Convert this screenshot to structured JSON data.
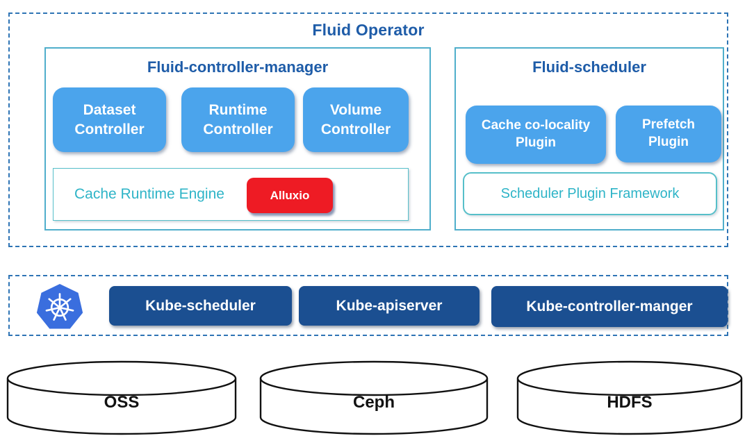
{
  "colors": {
    "title_blue": "#1E5CA8",
    "light_blue_button": "#4BA4EC",
    "navy_button": "#1B4F91",
    "red_badge": "#EE1B24",
    "teal_border": "#4FAECB",
    "teal_text": "#2EB4C7",
    "dashed_border": "#2E74B5",
    "kubernetes_blue": "#3A6EDE"
  },
  "operator": {
    "title": "Fluid Operator",
    "controller_manager": {
      "title": "Fluid-controller-manager",
      "controllers": [
        "Dataset\nController",
        "Runtime\nController",
        "Volume\nController"
      ],
      "engine": {
        "label": "Cache Runtime Engine",
        "badge": "Alluxio"
      }
    },
    "scheduler": {
      "title": "Fluid-scheduler",
      "plugins": [
        "Cache co-locality\nPlugin",
        "Prefetch\nPlugin"
      ],
      "framework": "Scheduler Plugin Framework"
    }
  },
  "kubernetes": {
    "components": [
      "Kube-scheduler",
      "Kube-apiserver",
      "Kube-controller-manger"
    ]
  },
  "storage": [
    "OSS",
    "Ceph",
    "HDFS"
  ]
}
